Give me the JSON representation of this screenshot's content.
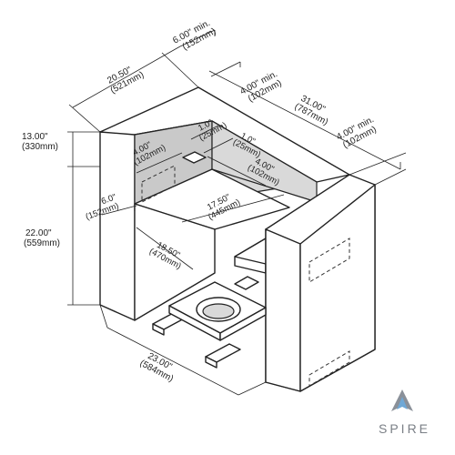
{
  "dimensions": {
    "top_depth": {
      "in": "20.50\"",
      "mm": "(521mm)"
    },
    "min_gap_6": {
      "in": "6.00\" min.",
      "mm": "(152mm)"
    },
    "min_gap_4_top": {
      "in": "4.00\" min.",
      "mm": "(102mm)"
    },
    "width_31": {
      "in": "31.00\"",
      "mm": "(787mm)"
    },
    "min_gap_4_right": {
      "in": "4.00\" min.",
      "mm": "(102mm)"
    },
    "height_13": {
      "in": "13.00\"",
      "mm": "(330mm)"
    },
    "height_22": {
      "in": "22.00\"",
      "mm": "(559mm)"
    },
    "one_in_a": {
      "in": "1.0\"",
      "mm": "(25mm)"
    },
    "one_in_b": {
      "in": "1.0\"",
      "mm": "(25mm)"
    },
    "four_left": {
      "in": "4.00\"",
      "mm": "(102mm)"
    },
    "four_mid": {
      "in": "4.00\"",
      "mm": "(102mm)"
    },
    "inner_1750": {
      "in": "17.50\"",
      "mm": "(445mm)"
    },
    "six_side": {
      "in": "6.0\"",
      "mm": "(152mm)"
    },
    "inner_1850": {
      "in": "18.50\"",
      "mm": "(470mm)"
    },
    "base_23": {
      "in": "23.00\"",
      "mm": "(584mm)"
    }
  },
  "brand": {
    "name": "SPIRE",
    "icon": "flame-logo-icon"
  }
}
